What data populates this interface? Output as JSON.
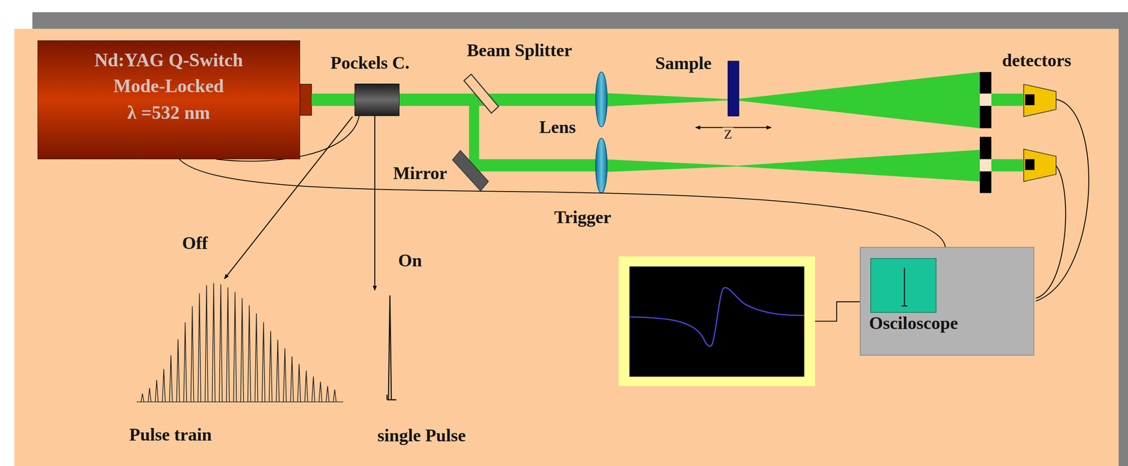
{
  "diagram": {
    "nodes": [
      {
        "text": [
          "Nd:YAG Q-Switch",
          "Mode-Locked",
          "λ =532 nm"
        ]
      },
      {
        "text": [
          "Pockels C."
        ]
      },
      {
        "text": [
          "Osciloscope"
        ]
      }
    ],
    "edges": [
      {
        "from": 1,
        "to": 0,
        "arrow": "none"
      },
      {
        "from": 0,
        "to": 2,
        "arrow": "none"
      }
    ],
    "labels": [
      "Beam Splitter",
      "Sample",
      "detectors",
      "Lens",
      "Z",
      "Mirror",
      "Trigger",
      "Off",
      "On",
      "Pulse train",
      "single Pulse"
    ]
  }
}
